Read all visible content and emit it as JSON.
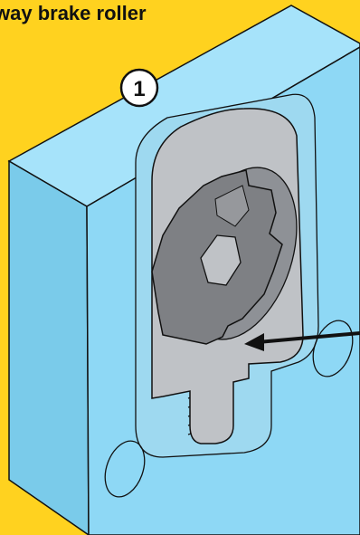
{
  "title": "way brake roller",
  "step_number": "1",
  "colors": {
    "background": "#FFD21F",
    "block_face": "#8ED8F5",
    "block_side": "#7ACBEA",
    "block_top": "#A6E3FA",
    "plate": "#BFC2C6",
    "plate_dark": "#8E9196",
    "roller": "#7E8084",
    "outline": "#111111"
  },
  "icons": {
    "arrow": "pointer-arrow-icon",
    "badge": "step-number-badge"
  }
}
